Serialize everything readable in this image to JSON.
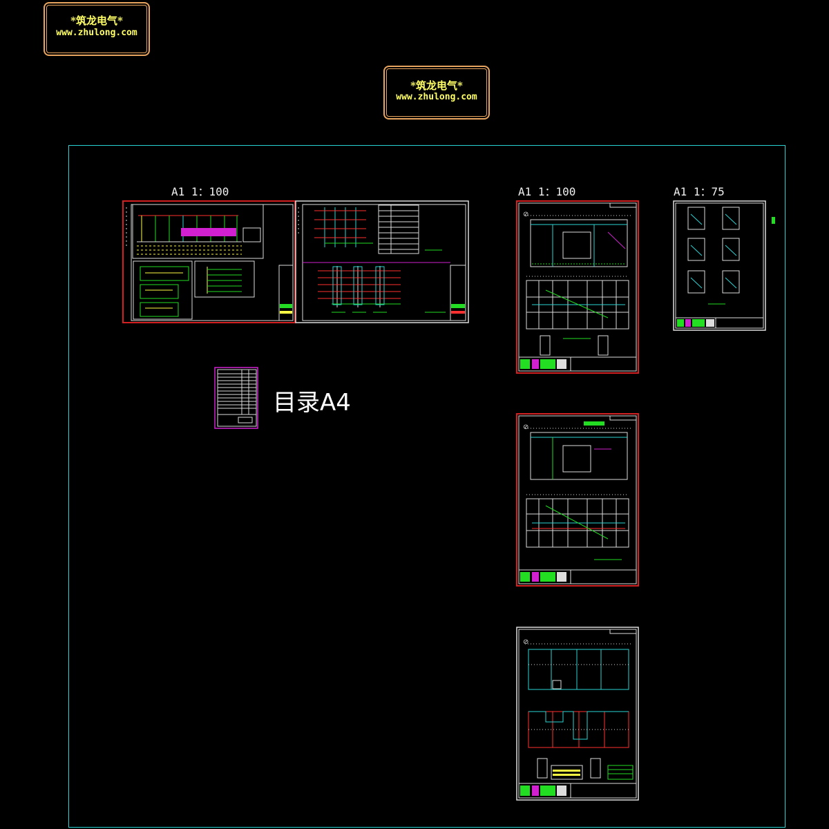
{
  "badges": [
    {
      "line1": "*筑龙电气*",
      "line2": "www.zhulong.com"
    },
    {
      "line1": "*筑龙电气*",
      "line2": "www.zhulong.com"
    }
  ],
  "scales": {
    "system": "A1  1：100",
    "plans": "A1  1：100",
    "details": "A1  1：75"
  },
  "catalog": {
    "label": "目录A4"
  },
  "colors": {
    "background": "#000000",
    "frame": "#2ad4d4",
    "sheet_border": "#d42020",
    "badge_border": "#e8a560",
    "badge_text": "#ffff66",
    "catalog_border": "#d020d0"
  }
}
